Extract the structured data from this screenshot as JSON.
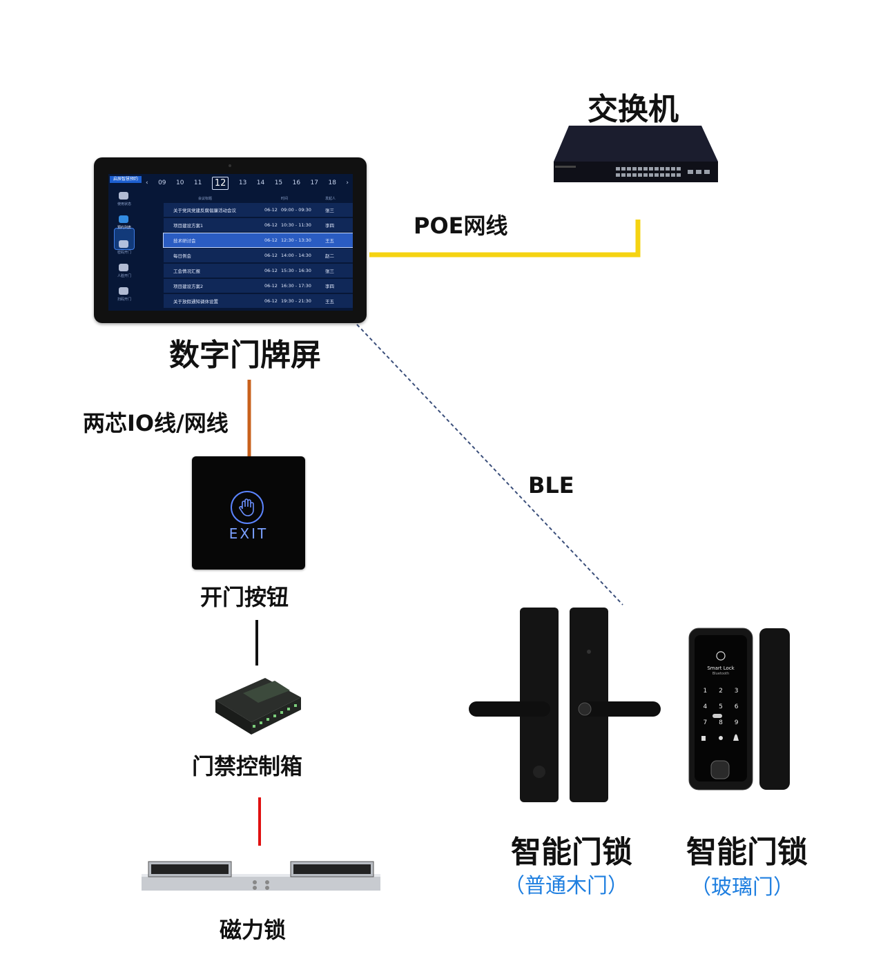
{
  "nodes": {
    "switch": "交换机",
    "screen": "数字门牌屏",
    "exit_button": "开门按钮",
    "controller": "门禁控制箱",
    "mag_lock": "磁力锁",
    "lock_wood": "智能门锁",
    "lock_wood_sub": "（普通木门）",
    "lock_glass": "智能门锁",
    "lock_glass_sub": "（玻璃门）"
  },
  "links": {
    "poe": "POE网线",
    "io": "两芯IO线/网线",
    "ble": "BLE"
  },
  "exit_text": "EXIT",
  "smart_lock_text": "Smart Lock",
  "smart_lock_sub": "Bluetooth",
  "keypad": [
    "1",
    "2",
    "3",
    "4",
    "5",
    "6",
    "7",
    "8",
    "9"
  ],
  "screen_ui": {
    "brand": "启辰智慧预约",
    "dates": [
      "09",
      "10",
      "11",
      "12",
      "13",
      "14",
      "15",
      "16",
      "17",
      "18"
    ],
    "selected_date": "12",
    "table_header": [
      "会议标题",
      "时间",
      "发起人"
    ],
    "sidebar": [
      "使用状态",
      "预约列表",
      "密码开门",
      "人脸开门",
      "扫码开门"
    ],
    "rows": [
      {
        "title": "关于党风党建反腐倡廉活动会议",
        "date": "06-12",
        "time": "09:00 - 09:30",
        "person": "张三"
      },
      {
        "title": "项目建设方案1",
        "date": "06-12",
        "time": "10:30 - 11:30",
        "person": "李四"
      },
      {
        "title": "技术研讨会",
        "date": "06-12",
        "time": "12:30 - 13:30",
        "person": "王五"
      },
      {
        "title": "每日例会",
        "date": "06-12",
        "time": "14:00 - 14:30",
        "person": "赵二"
      },
      {
        "title": "工会情况汇报",
        "date": "06-12",
        "time": "15:30 - 16:30",
        "person": "张三"
      },
      {
        "title": "项目建设方案2",
        "date": "06-12",
        "time": "16:30 - 17:30",
        "person": "李四"
      },
      {
        "title": "关于放假通知调休设置",
        "date": "06-12",
        "time": "19:30 - 21:30",
        "person": "王五"
      }
    ]
  },
  "colors": {
    "poe_line": "#f5d312",
    "io_line": "#c8611c",
    "controller_line": "#111111",
    "lock_line": "#e01010",
    "ble_line": "#3a4e7a",
    "sub_label": "#1f7fe0"
  }
}
